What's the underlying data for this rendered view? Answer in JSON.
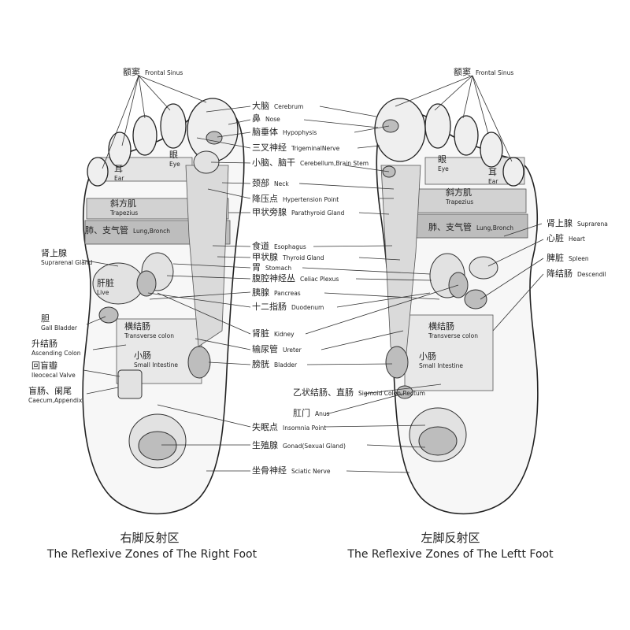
{
  "colors": {
    "ink": "#222222",
    "paper": "#ffffff",
    "zone_light": "#e6e6e6",
    "zone_mid": "#cfcfcf",
    "zone_dark": "#b8b8b8"
  },
  "center": [
    {
      "zh": "大脑",
      "en": "Cerebrum"
    },
    {
      "zh": "鼻",
      "en": "Nose"
    },
    {
      "zh": "脑垂体",
      "en": "Hypophysis"
    },
    {
      "zh": "三叉神经",
      "en": "TrigeminalNerve"
    },
    {
      "zh": "小脑、脑干",
      "en": "Cerebellum,Brain Stem"
    },
    {
      "zh": "颈部",
      "en": "Neck"
    },
    {
      "zh": "降压点",
      "en": "Hypertension Point"
    },
    {
      "zh": "甲状旁腺",
      "en": "Parathyroid Gland"
    },
    {
      "zh": "食道",
      "en": "Esophagus"
    },
    {
      "zh": "甲状腺",
      "en": "Thyroid Gland"
    },
    {
      "zh": "胃",
      "en": "Stomach"
    },
    {
      "zh": "腹腔神经丛",
      "en": "Celiac Plexus"
    },
    {
      "zh": "胰腺",
      "en": "Pancreas"
    },
    {
      "zh": "十二指肠",
      "en": "Duodenum"
    },
    {
      "zh": "肾脏",
      "en": "Kidney"
    },
    {
      "zh": "输尿管",
      "en": "Ureter"
    },
    {
      "zh": "膀胱",
      "en": "Bladder"
    },
    {
      "zh": "乙状结肠、直肠",
      "en": "Sigmoid Colon,Rectum"
    },
    {
      "zh": "肛门",
      "en": "Anus"
    },
    {
      "zh": "失眠点",
      "en": "Insomnia Point"
    },
    {
      "zh": "生殖腺",
      "en": "Gonad(Sexual Gland)"
    },
    {
      "zh": "坐骨神经",
      "en": "Sciatic Nerve"
    }
  ],
  "frontal_sinus_left": {
    "zh": "额窦",
    "en": "Frontal Sinus"
  },
  "frontal_sinus_right": {
    "zh": "额窦",
    "en": "Frontal Sinus"
  },
  "right_foot": {
    "outer": [
      {
        "zh": "肾上腺",
        "en": "Suprarenal Gland"
      },
      {
        "zh": "胆",
        "en": "Gall Bladder"
      },
      {
        "zh": "升结肠",
        "en": "Ascending Colon"
      },
      {
        "zh": "回盲瓣",
        "en": "Ileocecal Valve"
      },
      {
        "zh": "盲肠、阑尾",
        "en": "Caecum,Appendix"
      }
    ],
    "inner": [
      {
        "zh": "耳",
        "en": "Ear"
      },
      {
        "zh": "眼",
        "en": "Eye"
      },
      {
        "zh": "斜方肌",
        "en": "Trapezius"
      },
      {
        "zh": "肺、支气管",
        "en": "Lung,Bronch"
      },
      {
        "zh": "肝脏",
        "en": "Live"
      },
      {
        "zh": "横结肠",
        "en": "Transverse colon"
      },
      {
        "zh": "小肠",
        "en": "Small Intestine"
      }
    ],
    "caption_zh": "右脚反射区",
    "caption_en": "The Reflexive Zones of The Right Foot"
  },
  "left_foot": {
    "outer": [
      {
        "zh": "肾上腺",
        "en": "Suprarena"
      },
      {
        "zh": "心脏",
        "en": "Heart"
      },
      {
        "zh": "脾脏",
        "en": "Spleen"
      },
      {
        "zh": "降结肠",
        "en": "Descendil"
      }
    ],
    "inner": [
      {
        "zh": "眼",
        "en": "Eye"
      },
      {
        "zh": "耳",
        "en": "Ear"
      },
      {
        "zh": "斜方肌",
        "en": "Trapezius"
      },
      {
        "zh": "肺、支气管",
        "en": "Lung,Bronch"
      },
      {
        "zh": "横结肠",
        "en": "Transverse colon"
      },
      {
        "zh": "小肠",
        "en": "Small Intestine"
      }
    ],
    "caption_zh": "左脚反射区",
    "caption_en": "The Reflexive Zones of The Leftt Foot"
  }
}
